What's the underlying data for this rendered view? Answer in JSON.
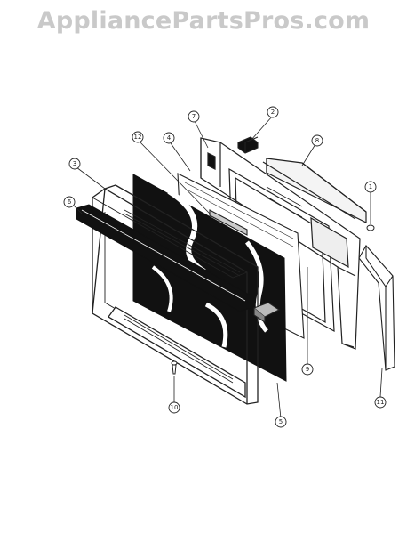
{
  "watermark": "AppliancePartsPros.com",
  "callouts": [
    "1",
    "2",
    "3",
    "4",
    "5",
    "6",
    "7",
    "8",
    "9",
    "10",
    "11",
    "12"
  ],
  "colors": {
    "line": "#222222",
    "fill": "#111111",
    "watermark": "#c9c9c9"
  }
}
